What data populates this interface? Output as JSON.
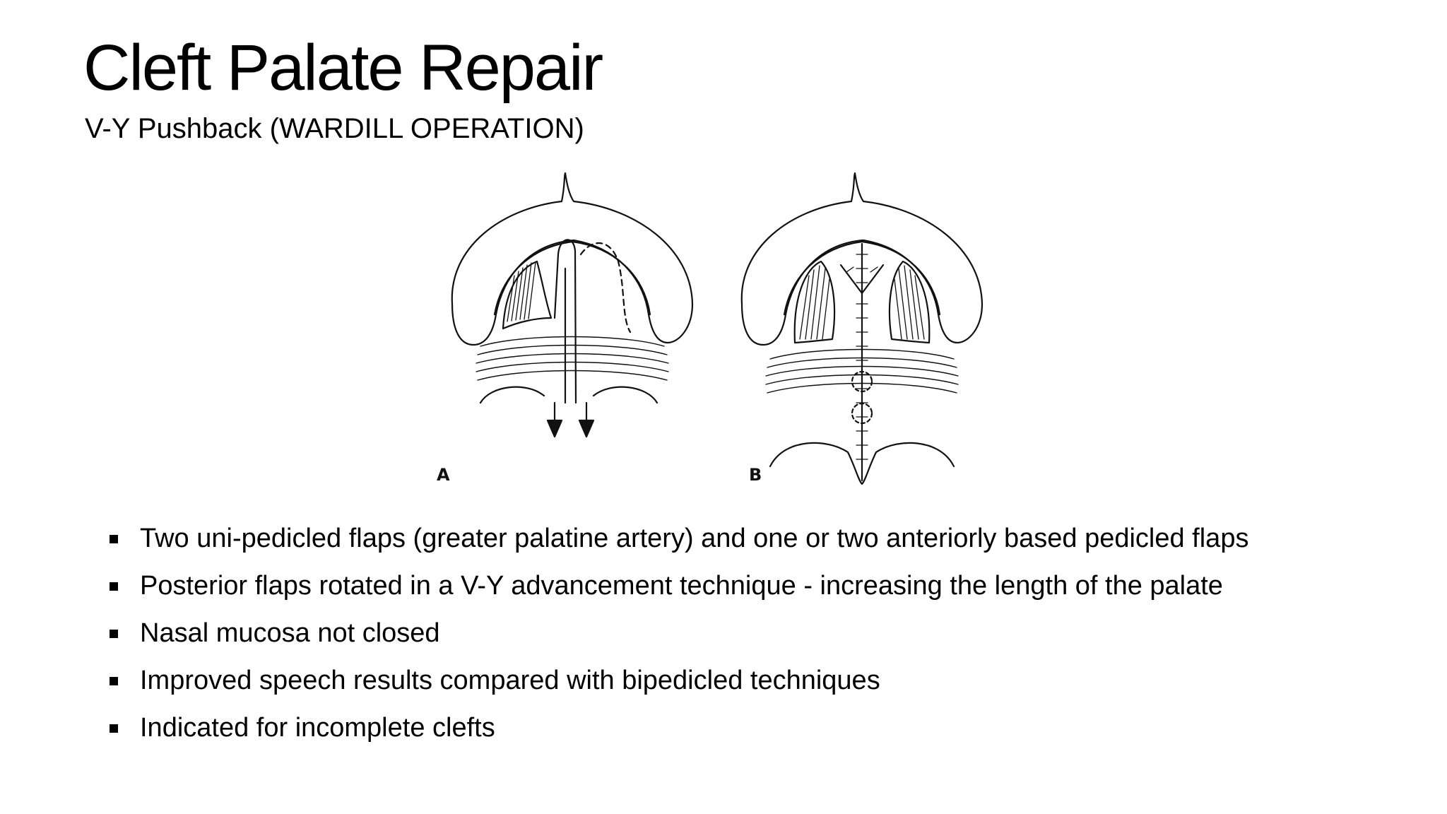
{
  "slide": {
    "title": "Cleft Palate Repair",
    "subtitle": "V-Y Pushback (WARDILL OPERATION)"
  },
  "figure": {
    "panel_a_label": "A",
    "panel_b_label": "B"
  },
  "bullets": [
    "Two uni-pedicled flaps (greater palatine artery) and one or two anteriorly based pedicled  flaps",
    "Posterior flaps rotated in a V-Y advancement technique - increasing the length of the palate",
    "Nasal mucosa not closed",
    "Improved speech results compared with bipedicled techniques",
    "Indicated for incomplete clefts"
  ]
}
